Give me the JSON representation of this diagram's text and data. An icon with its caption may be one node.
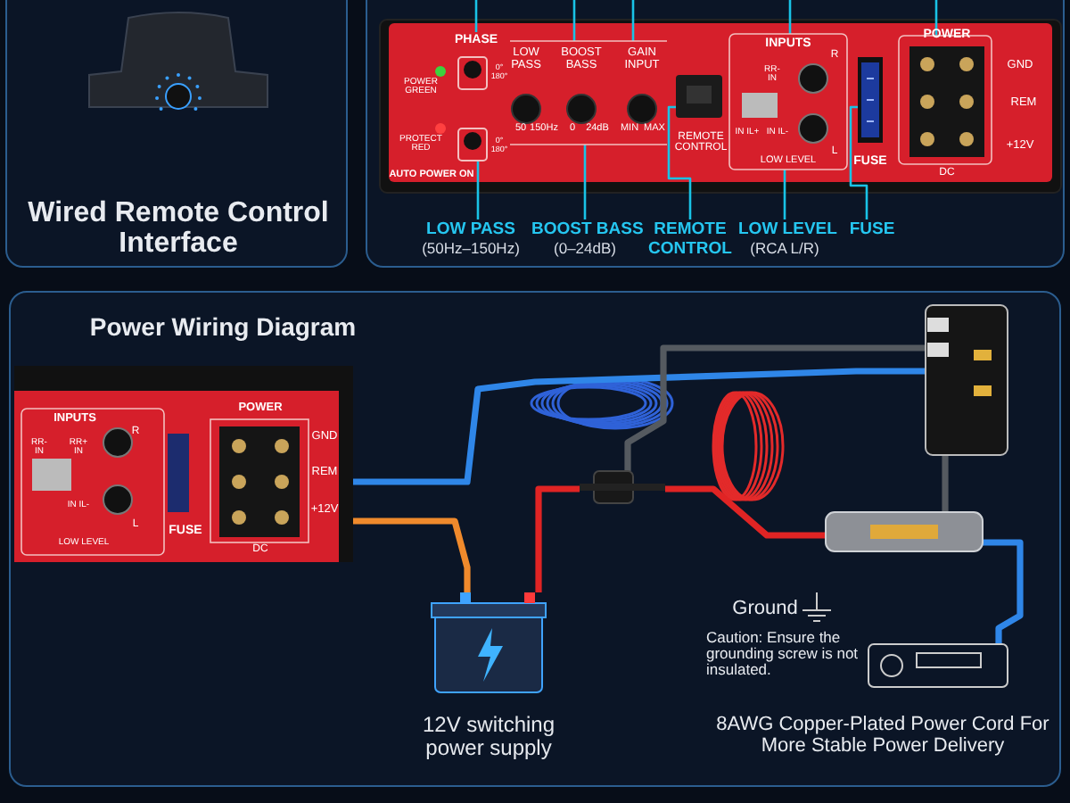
{
  "diagram": {
    "nodes": [
      {
        "text": [
          "PHASE"
        ]
      },
      {
        "text": [],
        "shape": "picture"
      },
      {
        "text": [],
        "shape": "picture"
      },
      {
        "text": [],
        "shape": "picture"
      },
      {
        "text": [],
        "shape": "picture"
      },
      {
        "text": [],
        "shape": "picture"
      },
      {
        "text": [],
        "shape": "picture",
        "beside": [
          "GND",
          "REM",
          "+12V",
          "DC"
        ]
      },
      {
        "text": [
          "LOW PASS",
          "(50Hz–150Hz)"
        ]
      },
      {
        "text": [
          "BOOST BASS",
          "(0–24dB)"
        ]
      },
      {
        "text": [
          "REMOTE CONTROL"
        ]
      },
      {
        "text": [
          "LOW LEVEL",
          "(RCA L/R)"
        ]
      },
      {
        "text": [
          "FUSE"
        ]
      },
      {
        "text": [],
        "shape": "picture"
      },
      {
        "text": [],
        "shape": "picture"
      },
      {
        "text": [],
        "shape": "picture"
      },
      {
        "text": [],
        "shape": "picture"
      },
      {
        "text": [],
        "shape": "picture",
        "beside": [
          "12V switching power supply"
        ]
      },
      {
        "text": [],
        "shape": "picture"
      }
    ],
    "edges": [
      {
        "from": null,
        "to": 0,
        "arrow": "none"
      },
      {
        "from": null,
        "to": 2,
        "arrow": "none"
      },
      {
        "from": null,
        "to": 2,
        "arrow": "none"
      },
      {
        "from": null,
        "to": 4,
        "arrow": "none"
      },
      {
        "from": null,
        "to": 6,
        "arrow": "none"
      },
      {
        "from": 7,
        "to": 1,
        "arrow": "none"
      },
      {
        "from": 8,
        "to": 2,
        "arrow": "none"
      },
      {
        "from": 9,
        "to": 3,
        "arrow": "none"
      },
      {
        "from": 10,
        "to": 4,
        "arrow": "none"
      },
      {
        "from": 11,
        "to": 5,
        "arrow": "none"
      },
      {
        "from": 12,
        "to": 13,
        "arrow": "none",
        "style": "thick",
        "color": "#2f86e8"
      },
      {
        "from": 12,
        "to": 16,
        "arrow": "none",
        "style": "thick",
        "color": "#f08a2c"
      },
      {
        "from": 16,
        "to": 14,
        "arrow": "none",
        "style": "thick",
        "color": "#e02424"
      },
      {
        "from": 14,
        "to": 13,
        "arrow": "none",
        "style": "thick",
        "color": "#555a60"
      },
      {
        "from": 14,
        "to": 15,
        "arrow": "none",
        "style": "thick",
        "color": "#e02424"
      },
      {
        "from": 15,
        "to": 13,
        "arrow": "none",
        "style": "thick",
        "color": "#555a60"
      },
      {
        "from": 15,
        "to": 17,
        "arrow": "none",
        "style": "thick",
        "color": "#2f86e8"
      }
    ],
    "labels": [
      "Wired Remote Control Interface",
      "POWER GREEN",
      "0° 180°",
      "PROTECT RED",
      "0° 180°",
      "AUTO POWER ON",
      "LOW PASS",
      "BOOST BASS",
      "GAIN INPUT",
      "50",
      "150Hz",
      "0",
      "24dB",
      "MIN",
      "MAX",
      "REMOTE CONTROL",
      "INPUTS",
      "R",
      "RR- IN",
      "IN IL+",
      "IN IL-",
      "L",
      "LOW LEVEL",
      "FUSE",
      "POWER",
      "Power Wiring Diagram",
      "INPUTS",
      "RR- IN",
      "RR+ IN",
      "R",
      "IN IL-",
      "L",
      "LOW LEVEL",
      "FUSE",
      "POWER",
      "GND",
      "REM",
      "+12V",
      "DC",
      "Ground",
      "Caution: Ensure the grounding screw is not insulated.",
      "8AWG Copper-Plated Power Cord For More Stable Power Delivery"
    ]
  }
}
